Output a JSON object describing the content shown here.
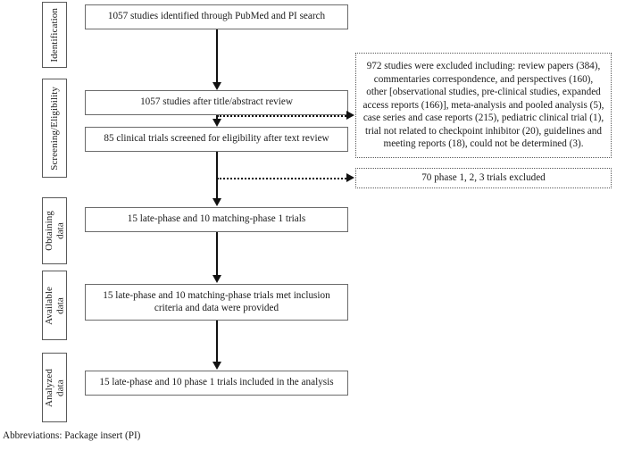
{
  "figure": {
    "type": "prisma-flow-diagram",
    "footnote": "Abbreviations: Package insert (PI)"
  },
  "stages": [
    {
      "id": "identification",
      "label": "Identification"
    },
    {
      "id": "screening-eligibility",
      "label": "Screening/Eligibility"
    },
    {
      "id": "obtaining-data",
      "label": "Obtaining\ndata"
    },
    {
      "id": "available-data",
      "label": "Available\ndata"
    },
    {
      "id": "analyzed-data",
      "label": "Analyzed\ndata"
    }
  ],
  "nodes": [
    {
      "id": "identified",
      "text": "1057 studies identified through PubMed and PI search",
      "style": "solid"
    },
    {
      "id": "title-abstract",
      "text": "1057 studies after title/abstract review",
      "style": "solid"
    },
    {
      "id": "screened-full-text",
      "text": "85 clinical trials screened for eligibility after text review",
      "style": "solid"
    },
    {
      "id": "matched-trials",
      "text": "15 late-phase and 10 matching-phase 1 trials",
      "style": "solid"
    },
    {
      "id": "inclusion-criteria",
      "text": "15 late-phase and 10 matching-phase trials met inclusion criteria and data were provided",
      "style": "solid"
    },
    {
      "id": "analysis-included",
      "text": "15 late-phase and 10 phase 1 trials included in the analysis",
      "style": "solid"
    },
    {
      "id": "excluded-972",
      "text": "972 studies were excluded  including: review papers (384), commentaries correspondence, and perspectives (160), other [observational studies, pre-clinical studies, expanded access reports (166)], meta-analysis and pooled analysis (5), case series and case reports (215), pediatric clinical trial (1), trial not related to checkpoint inhibitor (20), guidelines and meeting reports (18), could not be determined (3).",
      "style": "dashed"
    },
    {
      "id": "excluded-70",
      "text": "70 phase 1, 2, 3 trials excluded",
      "style": "dashed"
    }
  ],
  "counts": {
    "identified": 1057,
    "after_title_abstract": 1057,
    "screened_full_text": 85,
    "late_phase_trials": 15,
    "matching_phase1_trials": 10,
    "excluded_after_screening": 972,
    "excluded_phase_trials": 70,
    "exclusion_reasons": [
      {
        "reason": "review papers",
        "n": 384
      },
      {
        "reason": "commentaries correspondence, and perspectives",
        "n": 160
      },
      {
        "reason": "other [observational studies, pre-clinical studies, expanded access reports]",
        "n": 166
      },
      {
        "reason": "meta-analysis and pooled analysis",
        "n": 5
      },
      {
        "reason": "case series and case reports",
        "n": 215
      },
      {
        "reason": "pediatric clinical trial",
        "n": 1
      },
      {
        "reason": "trial not related to checkpoint inhibitor",
        "n": 20
      },
      {
        "reason": "guidelines and meeting reports",
        "n": 18
      },
      {
        "reason": "could not be determined",
        "n": 3
      }
    ]
  },
  "colors": {
    "background": "#ffffff",
    "box_border": "#6b6b6b",
    "stage_border": "#595959",
    "connector": "#111111",
    "text": "#1a1a1a"
  }
}
